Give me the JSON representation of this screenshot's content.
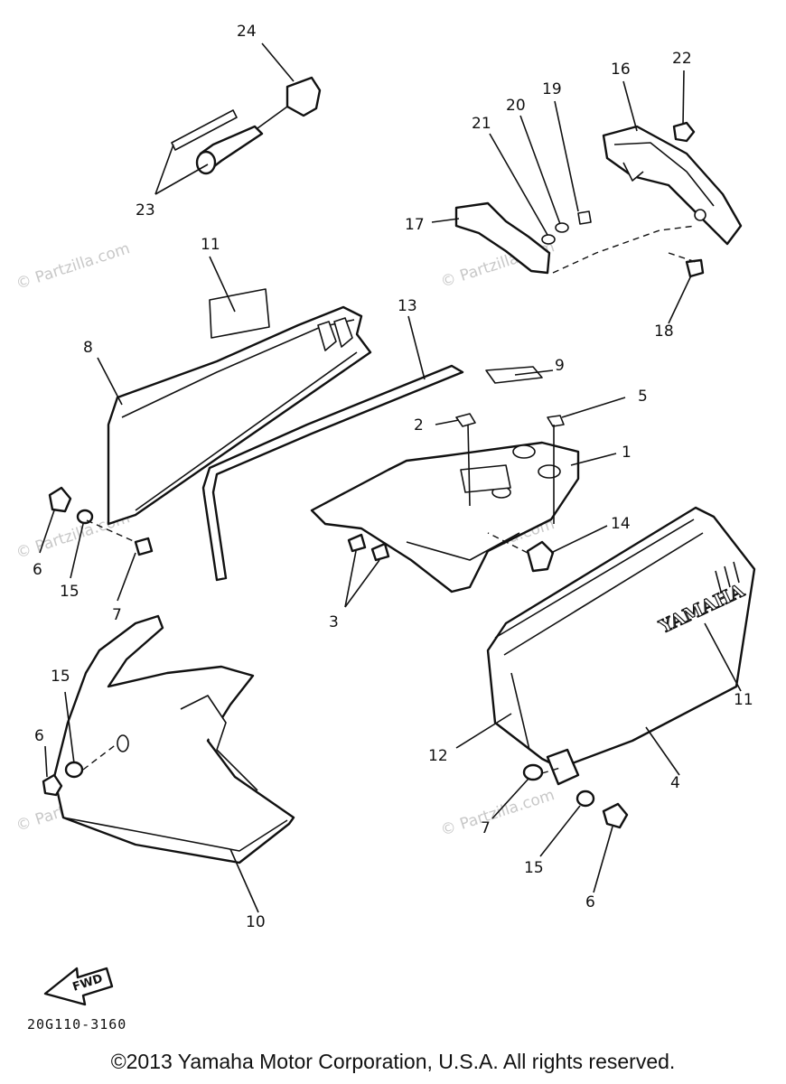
{
  "diagram": {
    "drawing_number": "20G110-3160",
    "copyright": "©2013 Yamaha Motor Corporation, U.S.A. All rights reserved.",
    "watermark": "© Partzilla.com",
    "emblem_text": "YAMAHA",
    "fwd_label": "FWD",
    "callouts": {
      "c1": "1",
      "c2": "2",
      "c3": "3",
      "c4": "4",
      "c5": "5",
      "c6a": "6",
      "c6b": "6",
      "c6c": "6",
      "c7a": "7",
      "c7b": "7",
      "c8": "8",
      "c9": "9",
      "c10": "10",
      "c11a": "11",
      "c11b": "11",
      "c12": "12",
      "c13": "13",
      "c14": "14",
      "c15a": "15",
      "c15b": "15",
      "c15c": "15",
      "c16": "16",
      "c17": "17",
      "c18": "18",
      "c19": "19",
      "c20": "20",
      "c21": "21",
      "c22": "22",
      "c23": "23",
      "c24": "24"
    }
  }
}
